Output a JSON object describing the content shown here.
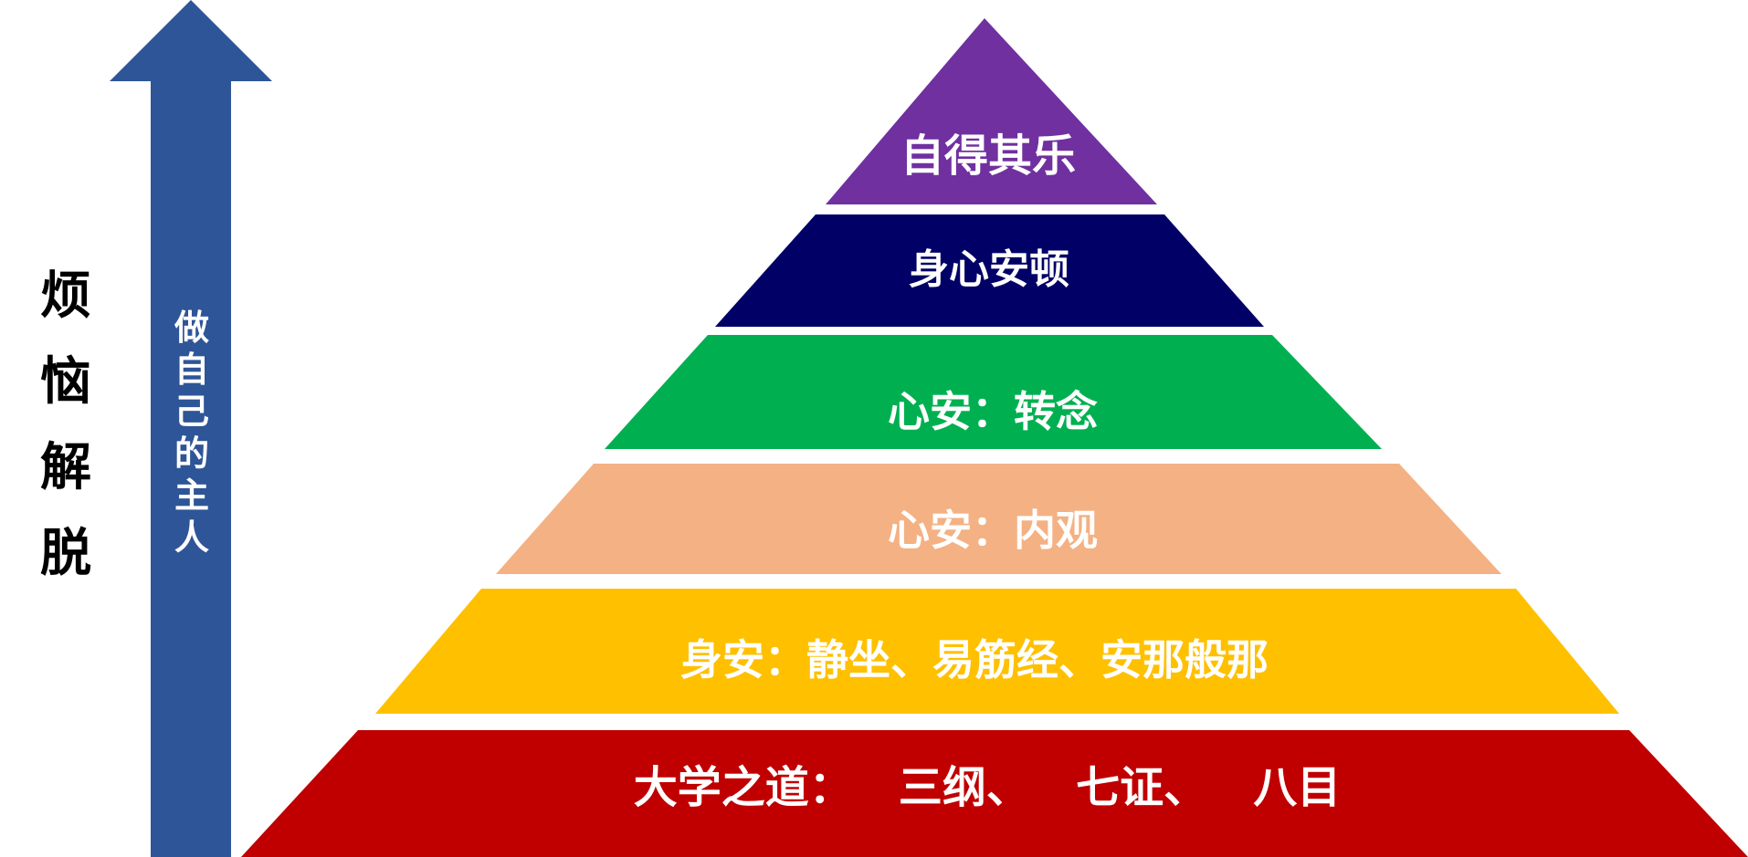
{
  "side_title": [
    "烦",
    "恼",
    "解",
    "脱"
  ],
  "arrow": {
    "label": [
      "做",
      "自",
      "己",
      "的",
      "主",
      "人"
    ],
    "color": "#2E5597"
  },
  "tiers": [
    {
      "label": "自得其乐",
      "color": "#7030A0"
    },
    {
      "label": "身心安顿",
      "color": "#000066"
    },
    {
      "label": "心安：转念",
      "color": "#00B050"
    },
    {
      "label": "心安：内观",
      "color": "#F4B183"
    },
    {
      "label": "身安：静坐、易筋经、安那般那",
      "color": "#FFC000"
    },
    {
      "label": "大学之道：   三纲、   七证、   八目",
      "color": "#C00000"
    }
  ]
}
